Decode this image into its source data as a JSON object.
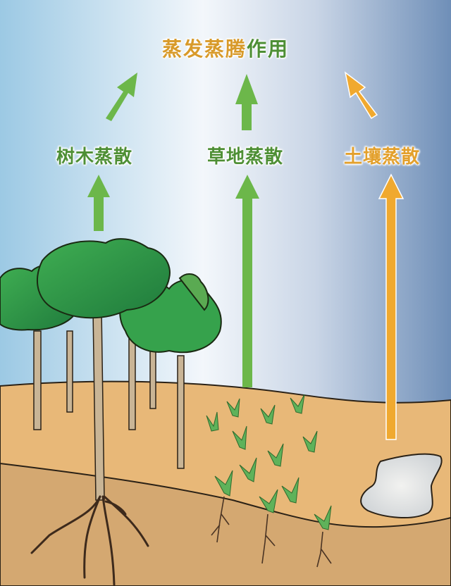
{
  "title": {
    "part1": "蒸发蒸腾",
    "part2": "作用",
    "part1_color": "#d89a2a",
    "part2_color": "#4e8f35"
  },
  "labels": [
    {
      "id": "tree",
      "text": "树木蒸散",
      "color": "#4e8f35"
    },
    {
      "id": "grass",
      "text": "草地蒸散",
      "color": "#4e8f35"
    },
    {
      "id": "soil",
      "text": "土壤蒸散",
      "color": "#e3a02c"
    }
  ],
  "colors": {
    "arrow_green": "#6cb74a",
    "arrow_orange": "#f0a92f",
    "sky_left": "#9cc9e4",
    "sky_center": "#f3f7fb",
    "sky_right": "#6f8fb8",
    "soil_top": "#e8b878",
    "soil_deep": "#d4a871"
  }
}
